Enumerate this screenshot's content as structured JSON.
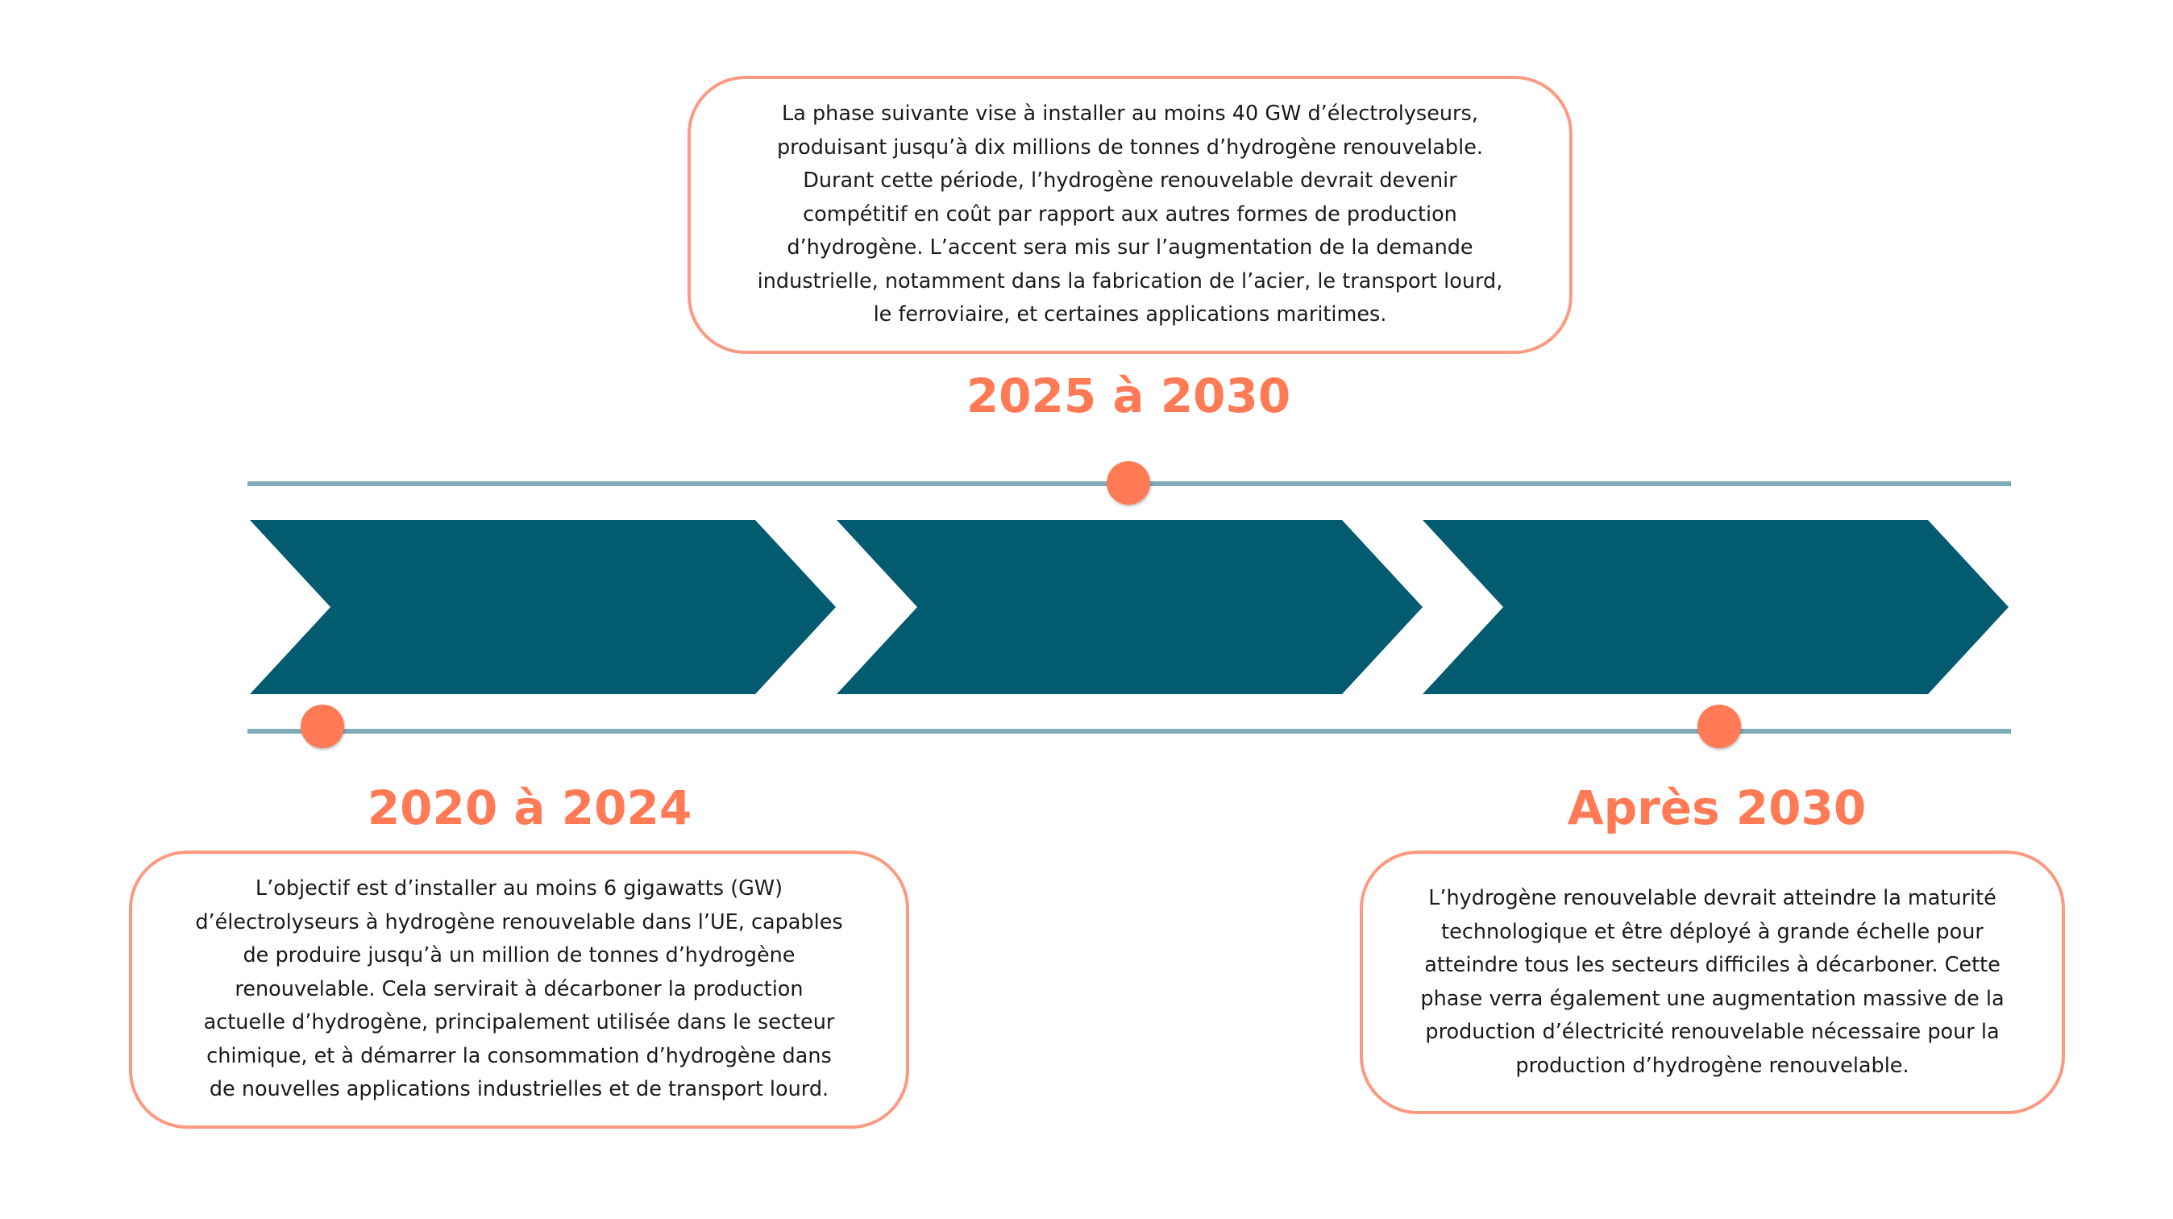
{
  "colors": {
    "accent": "#FF7A55",
    "card_border": "#FB9A80",
    "chevron": "#025B6F",
    "timeline_line": "#7FAAB8",
    "text": "#1a1a1a"
  },
  "phases": [
    {
      "id": "phase-1",
      "title": "2020 à 2024",
      "lines": [
        "L’objectif est d’installer au moins 6 gigawatts (GW)",
        "d’électrolyseurs à hydrogène renouvelable dans l’UE, capables",
        "de produire jusqu’à un million de tonnes d’hydrogène",
        "renouvelable. Cela servirait à décarboner la production",
        "actuelle d’hydrogène, principalement utilisée dans le secteur",
        "chimique, et à démarrer la consommation d’hydrogène dans",
        "de nouvelles applications industrielles et de transport lourd."
      ]
    },
    {
      "id": "phase-2",
      "title": "2025 à 2030",
      "lines": [
        "La phase suivante vise à installer au moins 40 GW d’électrolyseurs,",
        "produisant jusqu’à dix millions de tonnes d’hydrogène renouvelable.",
        "Durant cette période, l’hydrogène renouvelable devrait devenir",
        "compétitif en coût par rapport aux autres formes de production",
        "d’hydrogène. L’accent sera mis sur l’augmentation de la demande",
        "industrielle, notamment dans la fabrication de l’acier, le transport lourd,",
        "le ferroviaire, et certaines applications maritimes."
      ]
    },
    {
      "id": "phase-3",
      "title": "Après 2030",
      "lines": [
        "L’hydrogène renouvelable devrait atteindre la maturité",
        "technologique et être déployé à grande échelle pour",
        "atteindre tous les secteurs difficiles à décarboner. Cette",
        "phase verra également une augmentation massive de la",
        "production d’électricité renouvelable nécessaire pour la",
        "production d’hydrogène renouvelable."
      ]
    }
  ]
}
